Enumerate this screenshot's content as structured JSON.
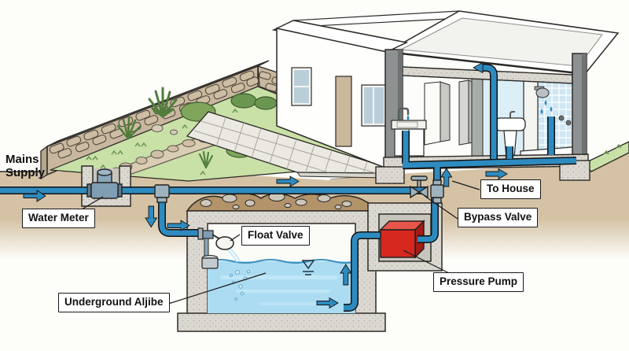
{
  "diagram": {
    "labels": {
      "mains_supply": "Mains Supply",
      "water_meter": "Water Meter",
      "float_valve": "Float Valve",
      "underground_aljibe": "Underground Aljibe",
      "pressure_pump": "Pressure Pump",
      "bypass_valve": "Bypass Valve",
      "to_house": "To House"
    },
    "colors": {
      "pipe_blue": "#2e8bc0",
      "water_light": "#abdcf2",
      "pump_red": "#d6281f",
      "soil_brown": "#b2936a",
      "ground_tan": "#d5c2a5",
      "grass_green": "#c9e0a7",
      "concrete_gray": "#dbd8d1",
      "frame_gray": "#8e9192",
      "label_border": "#1a1a1a",
      "label_bg": "#ffffff"
    }
  }
}
